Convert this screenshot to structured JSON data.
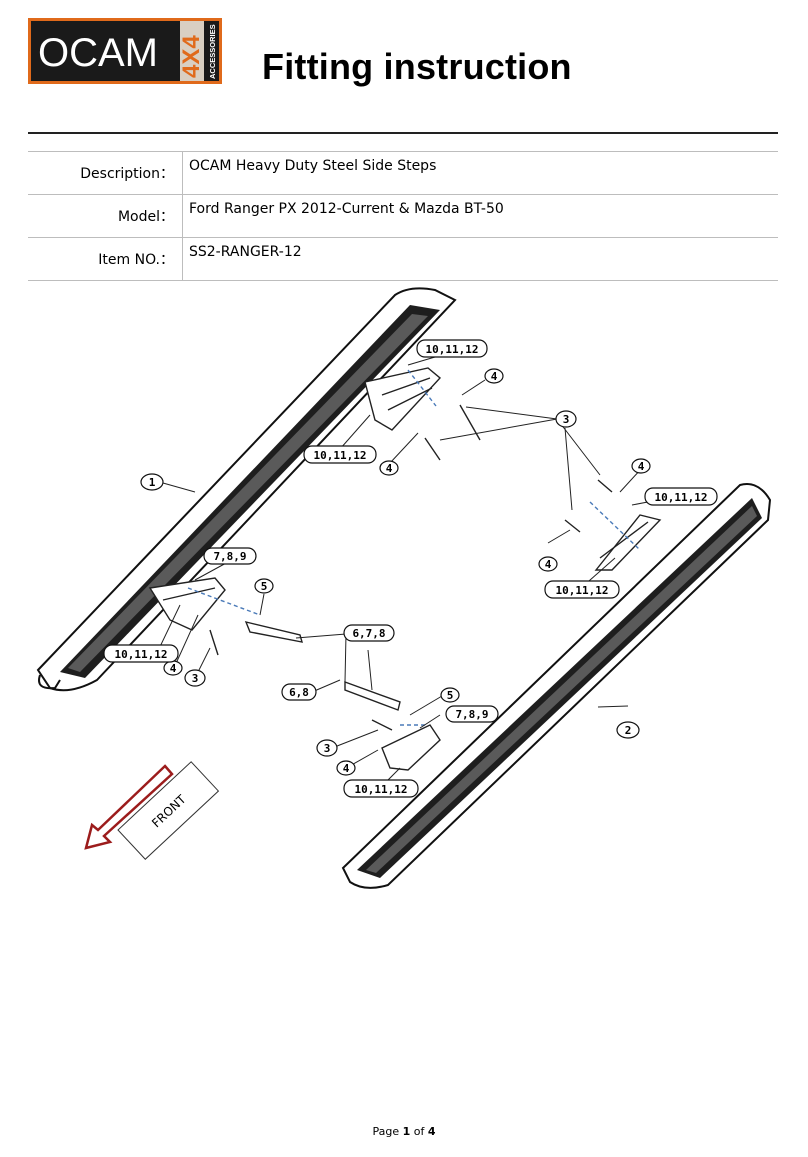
{
  "logo": {
    "brand": "OCAM",
    "mark": "4X4",
    "tag": "ACCESSORIES"
  },
  "title": "Fitting instruction",
  "info": [
    {
      "key": "Description：",
      "value": "OCAM Heavy Duty Steel Side Steps"
    },
    {
      "key": "Model：",
      "value": "Ford Ranger PX 2012-Current & Mazda BT-50"
    },
    {
      "key": "Item NO.：",
      "value": "SS2-RANGER-12"
    }
  ],
  "diagram": {
    "front_label": "FRONT",
    "callouts": {
      "c1": "1",
      "c2": "2",
      "c3a": "3",
      "c3b": "3",
      "c3c": "3",
      "c4a": "4",
      "c4b": "4",
      "c4c": "4",
      "c4d": "4",
      "c4e": "4",
      "c4f": "4",
      "c5a": "5",
      "c5b": "5",
      "c101112a": "10,11,12",
      "c101112b": "10,11,12",
      "c101112c": "10,11,12",
      "c101112d": "10,11,12",
      "c101112e": "10,11,12",
      "c101112f": "10,11,12",
      "c789a": "7,8,9",
      "c789b": "7,8,9",
      "c678": "6,7,8",
      "c68": "6,8"
    }
  },
  "footer": {
    "prefix": "Page",
    "page": "1",
    "of": "of",
    "total": "4"
  }
}
